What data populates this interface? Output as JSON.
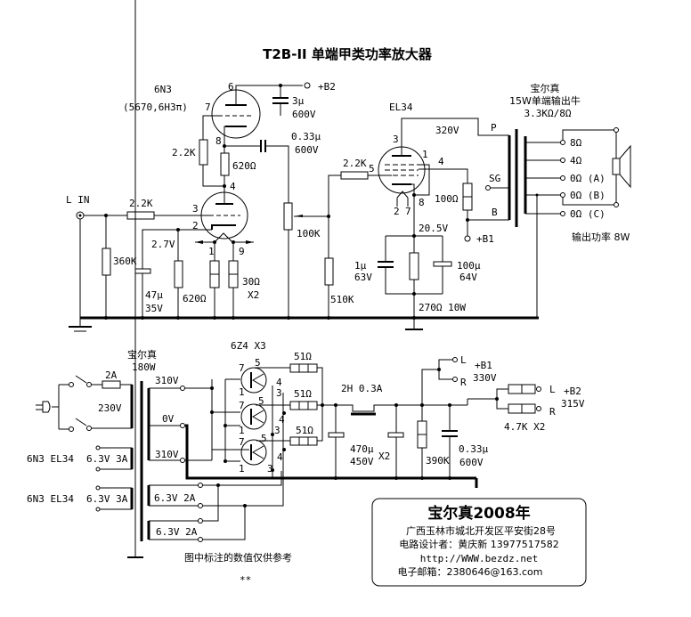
{
  "title": "T2B-II 单端甲类功率放大器",
  "input": {
    "label": "L IN"
  },
  "preamp": {
    "tube": "6N3",
    "tube_equiv": "(5670,6H3π)",
    "pins": {
      "p6": "6",
      "p7": "7",
      "p8": "8",
      "p4": "4",
      "p3": "3",
      "p2": "2",
      "p1": "1",
      "p9": "9"
    },
    "r_in": "2.2K",
    "r_grid": "360K",
    "cathode_voltage": "2.7V",
    "c_cathode": [
      "47μ",
      "35V"
    ],
    "r_cathode": "620Ω",
    "r_heater": [
      "30Ω",
      "X2"
    ],
    "r_grid2": "2.2K",
    "r_load": "620Ω",
    "c_b2": [
      "3μ",
      "600V"
    ],
    "c_couple": [
      "0.33μ",
      "600V"
    ],
    "b2_label": "+B2",
    "pot": "100K",
    "r_grid_out": "510K"
  },
  "power": {
    "tube": "EL34",
    "pins": {
      "p3": "3",
      "p1": "1",
      "p5": "5",
      "p4": "4",
      "p2": "2",
      "p7": "7",
      "p8": "8"
    },
    "r_grid": "2.2K",
    "plate_voltage": "320V",
    "r_screen": "100Ω",
    "cathode_voltage": "20.5V",
    "c_small": [
      "1μ",
      "63V"
    ],
    "c_large": [
      "100μ",
      "64V"
    ],
    "r_cathode": "270Ω 10W",
    "b1_label": "+B1"
  },
  "output_transformer": {
    "brand": "宝尔真",
    "desc": "15W单端输出牛",
    "impedance": "3.3KΩ/8Ω",
    "primary_taps": [
      "P",
      "SG",
      "B"
    ],
    "secondary_taps": [
      "8Ω",
      "4Ω",
      "0Ω (A)",
      "0Ω (B)",
      "0Ω (C)"
    ],
    "output_power": "输出功率 8W"
  },
  "power_supply": {
    "transformer_brand": "宝尔真",
    "transformer_power": "180W",
    "fuse": "2A",
    "mains": "230V",
    "secondaries": [
      "310V",
      "0V",
      "310V"
    ],
    "heater_windings": [
      {
        "label": "6N3 EL34",
        "value": "6.3V 3A"
      },
      {
        "label": "6N3 EL34",
        "value": "6.3V 3A"
      }
    ],
    "rect_heaters": [
      "6.3V 2A",
      "6.3V 2A"
    ],
    "rectifier": "6Z4 X3",
    "rect_pins": {
      "p7": "7",
      "p5": "5",
      "p1": "1",
      "p4": "4",
      "p3": "3"
    },
    "r_rect": [
      "51Ω",
      "51Ω",
      "51Ω"
    ],
    "choke": "2H 0.3A",
    "c_filter": [
      "470μ",
      "450V",
      "X2"
    ],
    "r_bleed": "390K",
    "c_bypass": [
      "0.33μ",
      "600V"
    ],
    "b1": {
      "label": "+B1",
      "voltage": "330V",
      "outs": [
        "L",
        "R"
      ]
    },
    "b2": {
      "label": "+B2",
      "voltage": "315V",
      "outs": [
        "L",
        "R"
      ],
      "r": "4.7K X2"
    }
  },
  "note": "图中标注的数值仅供参考",
  "footer_mark": "**",
  "credit": {
    "heading": "宝尔真2008年",
    "address": "广西玉林市城北开发区平安街28号",
    "designer": "电路设计者：黄庆新   13977517582",
    "url": "http://WWW.bezdz.net",
    "email": "电子邮箱：2380646@163.com"
  }
}
